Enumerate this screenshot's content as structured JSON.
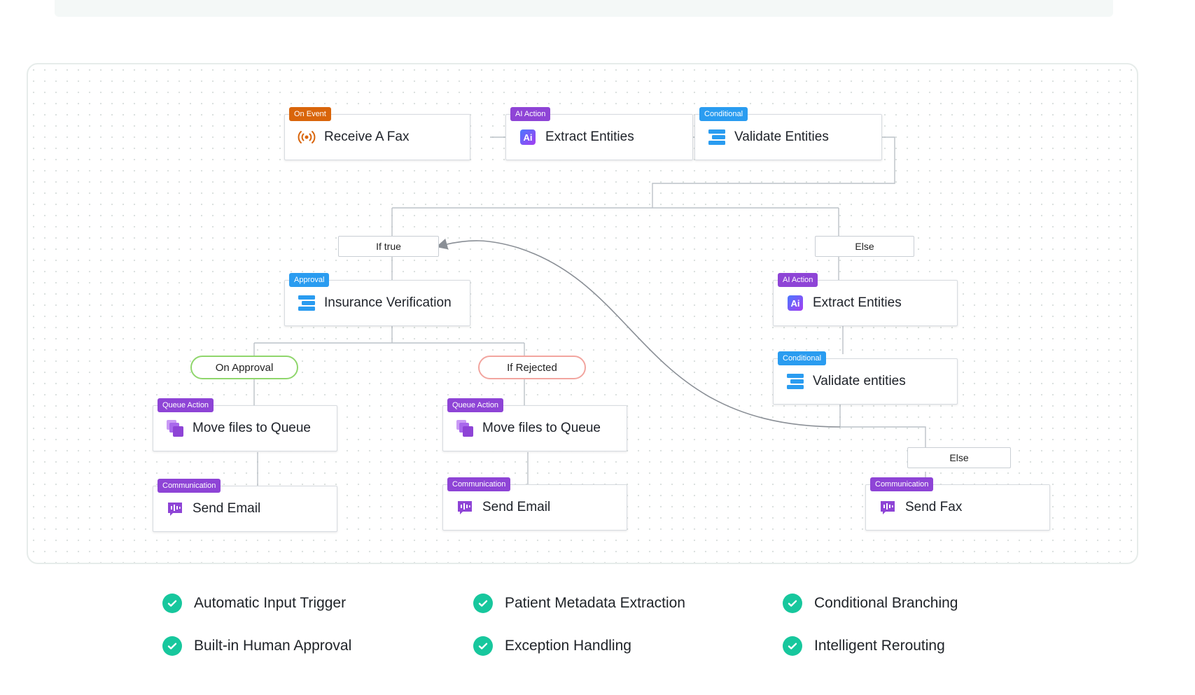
{
  "nodes": {
    "receive_fax": {
      "tag": "On Event",
      "label": "Receive A Fax"
    },
    "extract_entities": {
      "tag": "AI Action",
      "label": "Extract Entities"
    },
    "validate_entities": {
      "tag": "Conditional",
      "label": "Validate Entities"
    },
    "insurance": {
      "tag": "Approval",
      "label": "Insurance Verification"
    },
    "else_extract": {
      "tag": "AI Action",
      "label": "Extract Entities"
    },
    "else_validate": {
      "tag": "Conditional",
      "label": "Validate entities"
    },
    "queue_approved": {
      "tag": "Queue Action",
      "label": "Move files to Queue"
    },
    "queue_rejected": {
      "tag": "Queue Action",
      "label": "Move files to Queue"
    },
    "email_approved": {
      "tag": "Communication",
      "label": "Send Email"
    },
    "email_rejected": {
      "tag": "Communication",
      "label": "Send Email"
    },
    "send_fax": {
      "tag": "Communication",
      "label": "Send Fax"
    }
  },
  "branches": {
    "if_true": "If true",
    "else_top": "Else",
    "on_approval": "On Approval",
    "if_rejected": "If Rejected",
    "else_bottom": "Else"
  },
  "features": [
    "Automatic Input Trigger",
    "Patient Metadata Extraction",
    "Conditional Branching",
    "Built-in Human Approval",
    "Exception Handling",
    "Intelligent Rerouting"
  ],
  "colors": {
    "event": "#d9650b",
    "ai": "#8e44d6",
    "conditional": "#2a9cf0",
    "queue": "#8e44d6",
    "communication": "#8e44d6",
    "check": "#17c79d",
    "approval_border": "#8fd66c",
    "rejected_border": "#f2a59f"
  },
  "icons": {
    "event": "broadcast-icon",
    "ai": "ai-icon",
    "conditional": "conditional-icon",
    "queue": "queue-icon",
    "communication": "message-icon",
    "feature": "check-circle-icon"
  }
}
